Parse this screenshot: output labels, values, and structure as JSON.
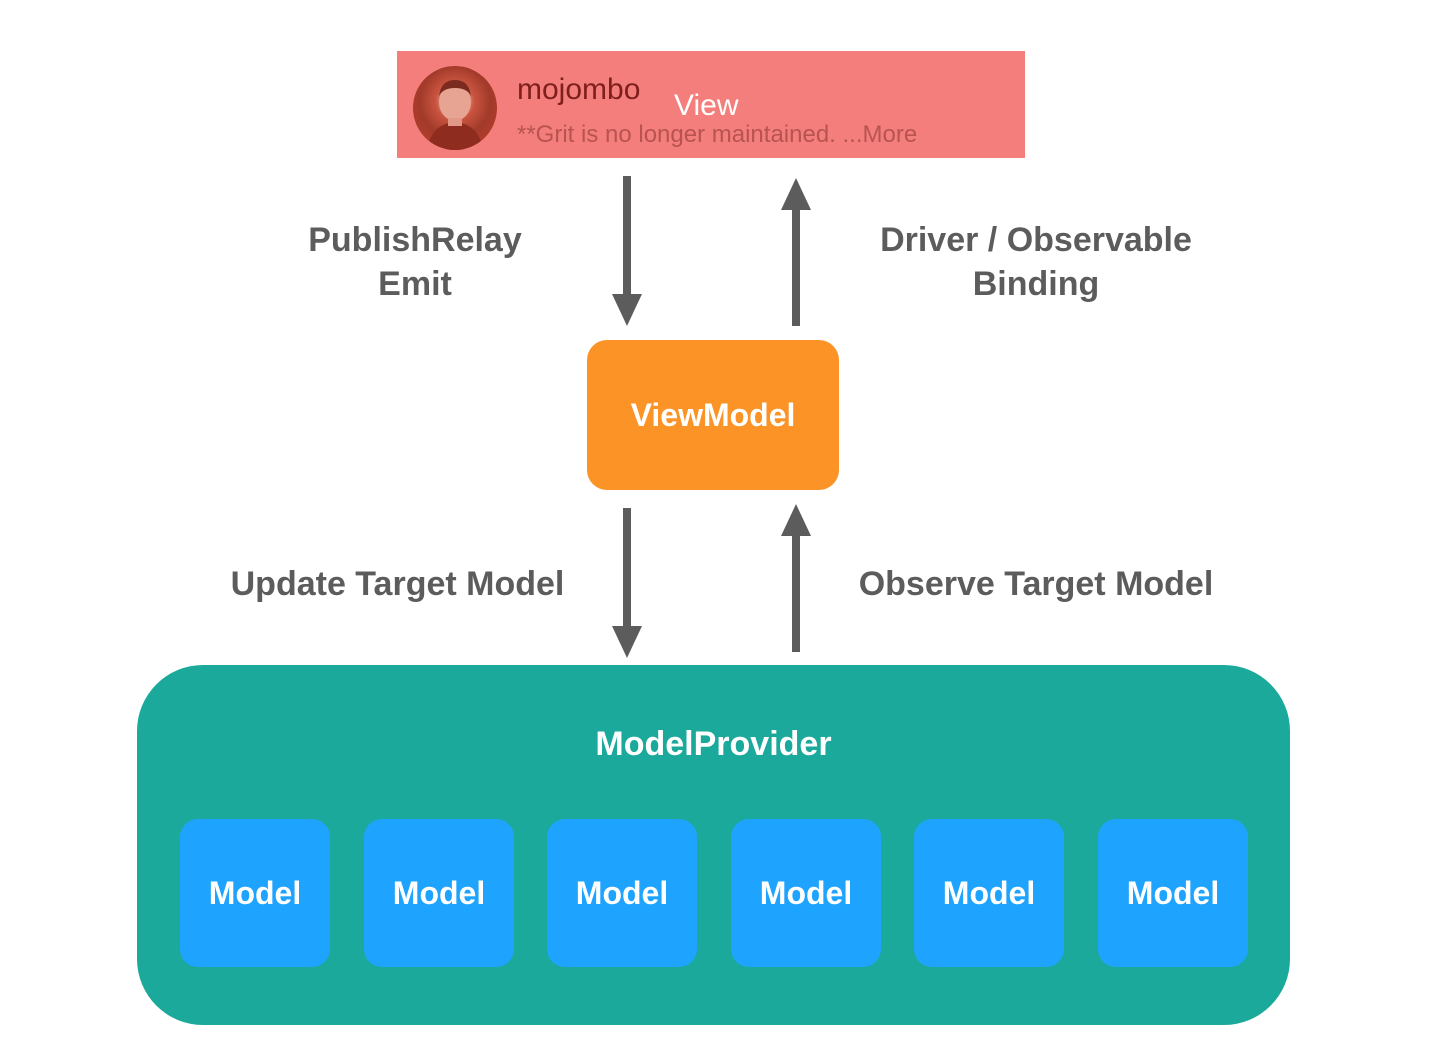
{
  "view": {
    "label": "View",
    "username": "mojombo",
    "snippet": "**Grit is no longer maintained. ...More"
  },
  "edges": {
    "publish_line1": "PublishRelay",
    "publish_line2": "Emit",
    "driver_line1": "Driver / Observable",
    "driver_line2": "Binding",
    "update": "Update Target Model",
    "observe": "Observe Target Model"
  },
  "viewmodel": {
    "label": "ViewModel"
  },
  "provider": {
    "title": "ModelProvider",
    "models": [
      "Model",
      "Model",
      "Model",
      "Model",
      "Model",
      "Model"
    ]
  },
  "colors": {
    "view": "#f47e7b",
    "viewmodel": "#fb9326",
    "provider": "#1ba99c",
    "model": "#1ea4ff",
    "arrow": "#5c5c5c",
    "label": "#5c5c5c"
  }
}
